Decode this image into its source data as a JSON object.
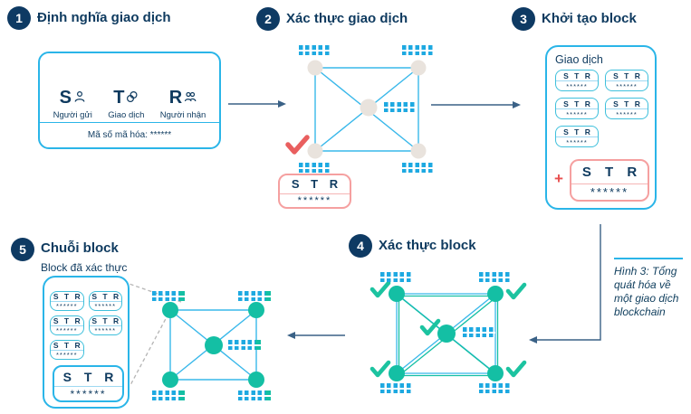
{
  "steps": [
    {
      "num": "1",
      "title": "Định nghĩa giao dịch"
    },
    {
      "num": "2",
      "title": "Xác thực giao dịch"
    },
    {
      "num": "3",
      "title": "Khởi tạo block"
    },
    {
      "num": "4",
      "title": "Xác thực block"
    },
    {
      "num": "5",
      "title": "Chuỗi block",
      "subtitle": "Block đã xác thực"
    }
  ],
  "transaction_card": {
    "fields": [
      {
        "letter": "S",
        "label": "Người gửi",
        "icon": "sender-person-icon"
      },
      {
        "letter": "T",
        "label": "Giao dịch",
        "icon": "transaction-coin-icon"
      },
      {
        "letter": "R",
        "label": "Người nhận",
        "icon": "receiver-people-icon"
      }
    ],
    "code_line": "Mã số mã hóa: ******"
  },
  "str_card": {
    "letters_text": "S T R",
    "code": "******"
  },
  "block_builder": {
    "title": "Giao dịch",
    "mini_count": 5,
    "plus": "+"
  },
  "chain_block": {
    "mini_count": 5
  },
  "caption": {
    "text": "Hình 3: Tổng quát hóa về một giao dịch blockchain"
  },
  "icons": {
    "ledger": "blockchain-ledger-icon",
    "red_check": "red-check-icon",
    "green_check": "green-check-icon",
    "arrow": "flow-arrow"
  },
  "colors": {
    "navy": "#0e3a5f",
    "blue": "#2ab5e8",
    "barcode_blue": "#1ea9e1",
    "teal": "#14bfa4",
    "red": "#e95f5f",
    "red_border": "#f5a0a0",
    "node_gray": "#e9e3dd",
    "dash_gray": "#b5b5b5",
    "arrow_navy": "#3a6186"
  }
}
